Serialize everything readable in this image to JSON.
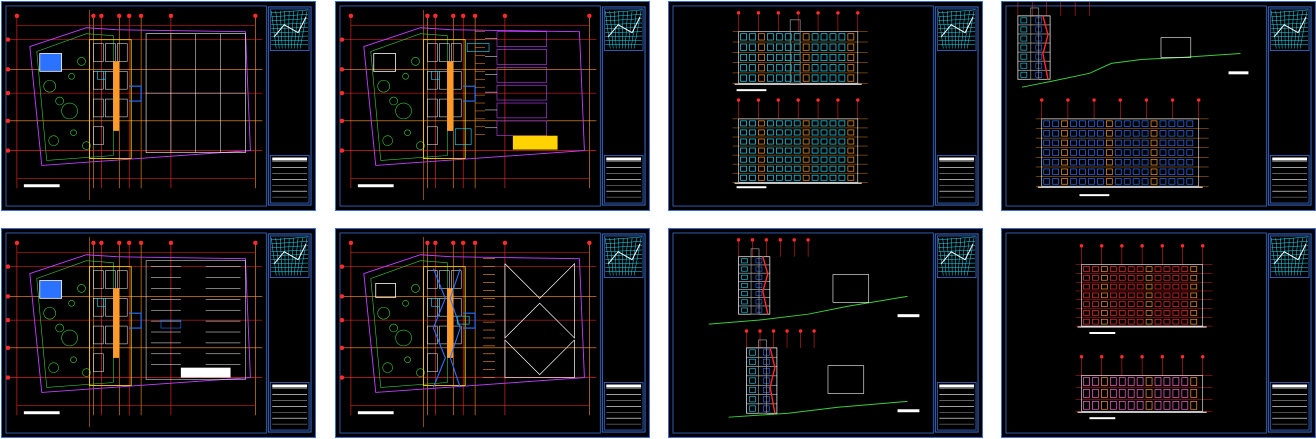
{
  "colors": {
    "background": "#ffffff",
    "sheet": "#000000",
    "frame": "#3a6fd6",
    "grid_red": "#ff2a2a",
    "grid_orange": "#ff9a2a",
    "wall_yellow": "#ffd200",
    "wall_white": "#ffffff",
    "blue": "#2a72ff",
    "cyan": "#1ee0ff",
    "green": "#3ccc3c",
    "magenta": "#c040ff",
    "gray": "#9a9a9a",
    "pink": "#ff66cc"
  },
  "sheets": [
    {
      "id": "s1",
      "kind": "plan-pool-parking"
    },
    {
      "id": "s2",
      "kind": "plan-pool-stalls"
    },
    {
      "id": "s3",
      "kind": "elevations-two"
    },
    {
      "id": "s4",
      "kind": "section-and-elevation"
    },
    {
      "id": "s5",
      "kind": "plan-pool-parking"
    },
    {
      "id": "s6",
      "kind": "plan-roof"
    },
    {
      "id": "s7",
      "kind": "sections-two"
    },
    {
      "id": "s8",
      "kind": "elevations-two-red"
    }
  ]
}
